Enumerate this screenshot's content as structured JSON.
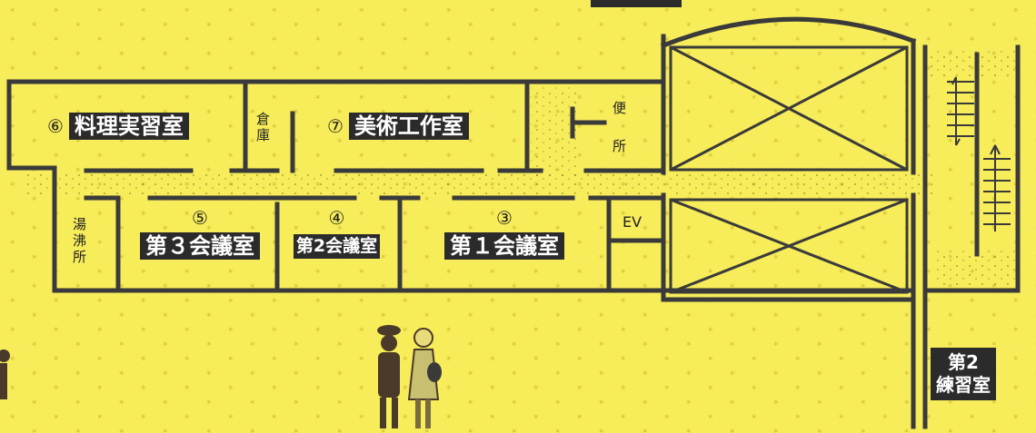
{
  "colors": {
    "background": "#f7ec5a",
    "wall": "#3a3a3a",
    "label_bg": "#2b2b2b",
    "label_text": "#ffffff"
  },
  "rooms": {
    "cooking": {
      "number": "⑥",
      "name": "料理実習室"
    },
    "art": {
      "number": "⑦",
      "name": "美術工作室"
    },
    "meeting3": {
      "number": "⑤",
      "name": "第３会議室"
    },
    "meeting2": {
      "number": "④",
      "name": "第2会議室"
    },
    "meeting1": {
      "number": "③",
      "name": "第１会議室"
    },
    "storage": {
      "line1": "倉",
      "line2": "庫"
    },
    "toilet": {
      "line1": "便",
      "line2": "所"
    },
    "kitchenette": {
      "line1": "湯",
      "line2": "沸",
      "line3": "所"
    },
    "elevator": {
      "name": "EV"
    },
    "practice2": {
      "line1": "第2",
      "line2": "練習室"
    }
  }
}
